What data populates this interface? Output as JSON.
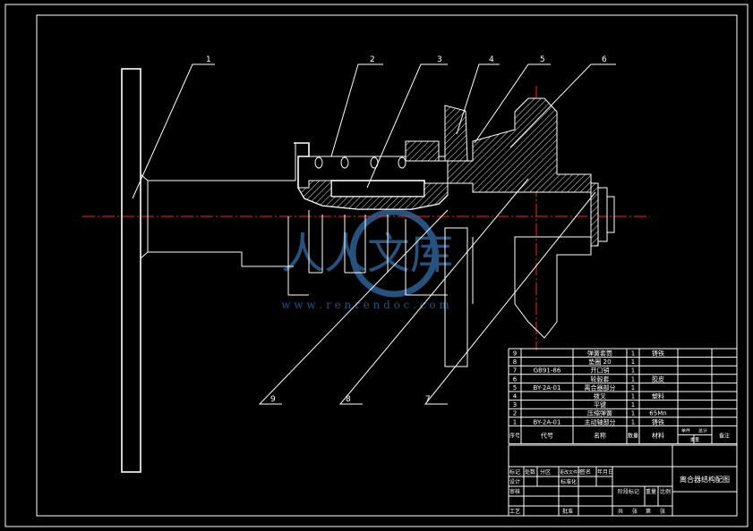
{
  "drawing": {
    "title": "离合器结构配图",
    "colors": {
      "background": "#000000",
      "lines": "#ffffff",
      "centerline": "#ff2020",
      "watermark": "#2f6fa8"
    },
    "callouts": [
      "1",
      "2",
      "3",
      "4",
      "5",
      "6",
      "7",
      "8",
      "9"
    ]
  },
  "watermark": {
    "logo_text": "人人文库",
    "url_text": "w w w . r e n r e n d o c . c o m"
  },
  "parts_list": {
    "rows": [
      {
        "no": "9",
        "code": "",
        "name": "弹簧套筒",
        "qty": "1",
        "material": "铸铁"
      },
      {
        "no": "8",
        "code": "",
        "name": "垫圈 20",
        "qty": "1",
        "material": ""
      },
      {
        "no": "7",
        "code": "GB91-86",
        "name": "开口销",
        "qty": "1",
        "material": ""
      },
      {
        "no": "6",
        "code": "",
        "name": "轮毂套",
        "qty": "1",
        "material": "胶皮"
      },
      {
        "no": "5",
        "code": "BY-2A-01",
        "name": "离合器部分",
        "qty": "1",
        "material": ""
      },
      {
        "no": "4",
        "code": "",
        "name": "拨叉",
        "qty": "1",
        "material": "塑料"
      },
      {
        "no": "3",
        "code": "",
        "name": "平键",
        "qty": "1",
        "material": ""
      },
      {
        "no": "2",
        "code": "",
        "name": "压缩弹簧",
        "qty": "1",
        "material": "65Mn"
      },
      {
        "no": "1",
        "code": "BY-2A-01",
        "name": "主动轴部分",
        "qty": "1",
        "material": "铸铁"
      }
    ],
    "header": {
      "no": "序号",
      "code": "代号",
      "name": "名称",
      "qty": "数量",
      "material": "材料",
      "unit_weight": "单件",
      "total_weight": "总计",
      "weight": "重量",
      "remark": "备注"
    }
  },
  "title_block": {
    "labels": {
      "mark": "标记",
      "count": "处数",
      "zone": "分区",
      "doc_no": "更改文件号",
      "signature": "签名",
      "date": "年月日",
      "design": "设计",
      "standardize": "标准化",
      "stage_mark": "阶段标记",
      "weight": "重量",
      "scale": "比例",
      "review": "审核",
      "process": "工艺",
      "approve": "批准",
      "total": "共",
      "sheet": "张",
      "page": "第",
      "sheet2": "张"
    }
  }
}
